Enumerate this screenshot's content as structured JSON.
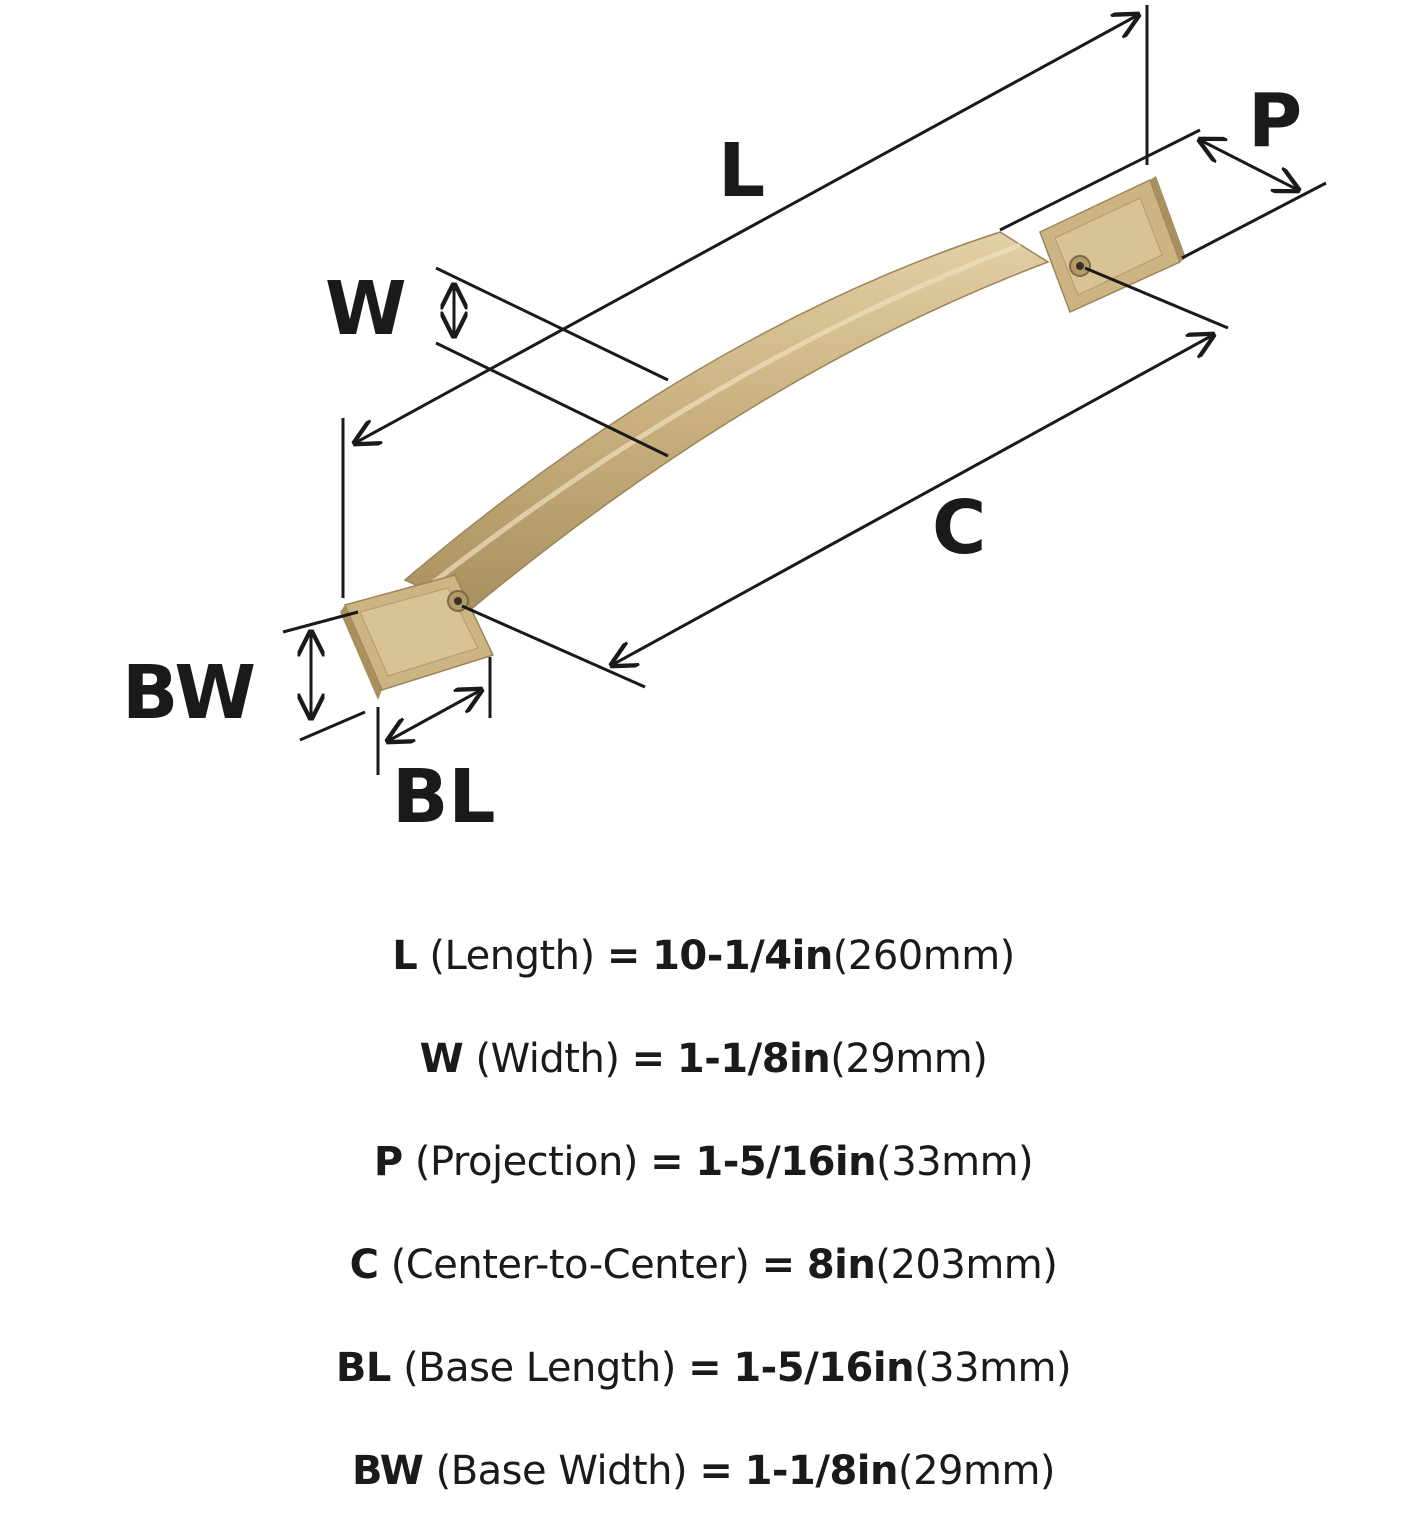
{
  "diagram": {
    "labels": {
      "L": "L",
      "W": "W",
      "P": "P",
      "C": "C",
      "BW": "BW",
      "BL": "BL"
    },
    "colors": {
      "finish": "#c9b07e",
      "finish_dark": "#a8905f",
      "finish_light": "#dcc89c",
      "line": "#1a1a1a"
    }
  },
  "specs": [
    {
      "key": "L",
      "name": "(Length)",
      "eq": "=",
      "imperial": "10-1/4in",
      "metric": "(260mm)"
    },
    {
      "key": "W",
      "name": "(Width)",
      "eq": "=",
      "imperial": "1-1/8in",
      "metric": "(29mm)"
    },
    {
      "key": "P",
      "name": "(Projection)",
      "eq": "=",
      "imperial": "1-5/16in",
      "metric": "(33mm)"
    },
    {
      "key": "C",
      "name": "(Center-to-Center)",
      "eq": "=",
      "imperial": "8in",
      "metric": "(203mm)"
    },
    {
      "key": "BL",
      "name": "(Base Length)",
      "eq": "=",
      "imperial": "1-5/16in",
      "metric": "(33mm)"
    },
    {
      "key": "BW",
      "name": "(Base Width)",
      "eq": "=",
      "imperial": "1-1/8in",
      "metric": "(29mm)"
    }
  ]
}
